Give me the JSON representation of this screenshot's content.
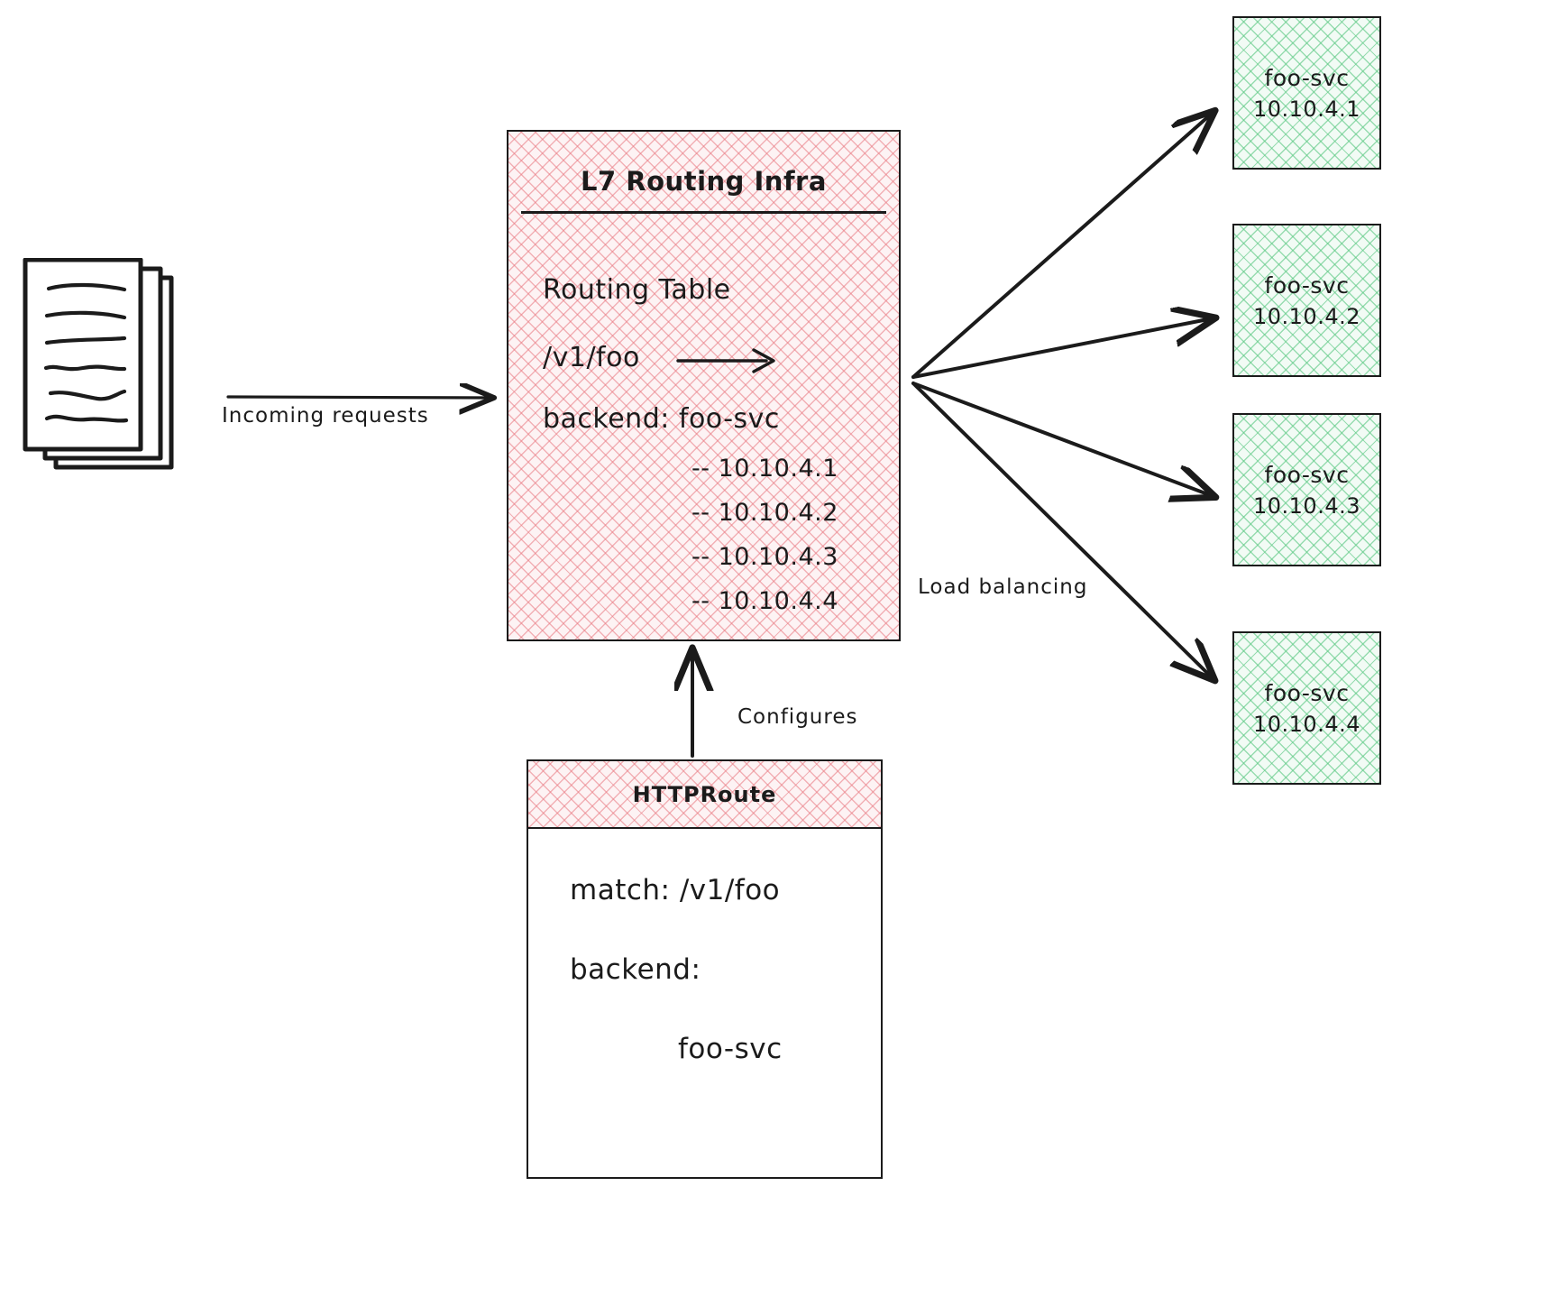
{
  "diagram": {
    "title": "L7 Routing Infra / HTTPRoute load balancing diagram",
    "colors": {
      "ink": "#1b1b1b",
      "pink_hatch": "#e97a82",
      "pink_fill": "#fdf3f4",
      "green_hatch": "#5ac882",
      "green_fill": "#f2fbf5",
      "background": "#ffffff"
    }
  },
  "source": {
    "icon": "document-stack-icon",
    "sheet_count": 3
  },
  "l7": {
    "title": "L7 Routing Infra",
    "routing_table_heading": "Routing Table",
    "rule_path": "/v1/foo",
    "rule_arrow": "arrow-right-icon",
    "backend_line": "backend: foo-svc",
    "endpoints": [
      "-- 10.10.4.1",
      "-- 10.10.4.2",
      "-- 10.10.4.3",
      "-- 10.10.4.4"
    ]
  },
  "httproute": {
    "header": "HTTPRoute",
    "match_line": "match: /v1/foo",
    "backend_line": "backend:",
    "backend_value": "foo-svc"
  },
  "services": [
    {
      "name": "foo-svc",
      "ip": "10.10.4.1"
    },
    {
      "name": "foo-svc",
      "ip": "10.10.4.2"
    },
    {
      "name": "foo-svc",
      "ip": "10.10.4.3"
    },
    {
      "name": "foo-svc",
      "ip": "10.10.4.4"
    }
  ],
  "edges": {
    "incoming": "Incoming requests",
    "load_balancing": "Load balancing",
    "configures": "Configures"
  }
}
